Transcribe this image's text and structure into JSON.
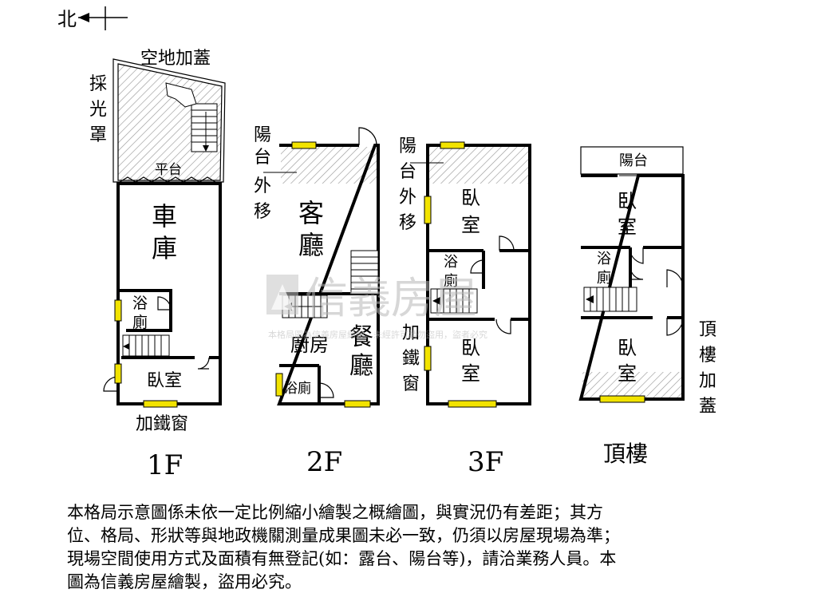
{
  "compass": {
    "label": "北"
  },
  "floor_labels": [
    "1F",
    "2F",
    "3F",
    "頂樓"
  ],
  "floor1": {
    "open_space_label": "空地加蓋",
    "skylight_label": "採光罩",
    "platform_label": "平台",
    "garage_label_1": "車",
    "garage_label_2": "庫",
    "bath_label_1": "浴",
    "bath_label_2": "廁",
    "bedroom_label": "臥室",
    "iron_window_label": "加鐵窗"
  },
  "floor2": {
    "balcony_label": [
      "陽",
      "台",
      "外",
      "移"
    ],
    "living_label_1": "客",
    "living_label_2": "廳",
    "kitchen_label": "廚房",
    "dining_label_1": "餐",
    "dining_label_2": "廳",
    "bath_label": "浴廁"
  },
  "floor3": {
    "balcony_label": [
      "陽",
      "台",
      "外",
      "移"
    ],
    "bedroom_label_1": "臥",
    "bedroom_label_2": "室",
    "bath_label_1": "浴",
    "bath_label_2": "廁",
    "iron_window_label": [
      "加",
      "鐵",
      "窗"
    ]
  },
  "roof": {
    "balcony_label": "陽台",
    "bedroom_label_1": "臥",
    "bedroom_label_2": "室",
    "bath_label_1": "浴",
    "bath_label_2": "廁",
    "roof_addition_label": [
      "頂",
      "樓",
      "加",
      "蓋"
    ]
  },
  "watermark": {
    "brand": "信義房屋",
    "notice": "本格局圖為信義房屋繪製，未經許可請勿盜用，盜者必究"
  },
  "disclaimer": [
    "本格局示意圖係未依一定比例縮小繪製之概繪圖，與實況仍有差距；其方",
    "位、格局、形狀等與地政機關測量成果圖未必一致，仍須以房屋現場為準；",
    "現場空間使用方式及面積有無登記(如：露台、陽台等)，請洽業務人員。本",
    "圖為信義房屋繪製，盜用必究。"
  ]
}
